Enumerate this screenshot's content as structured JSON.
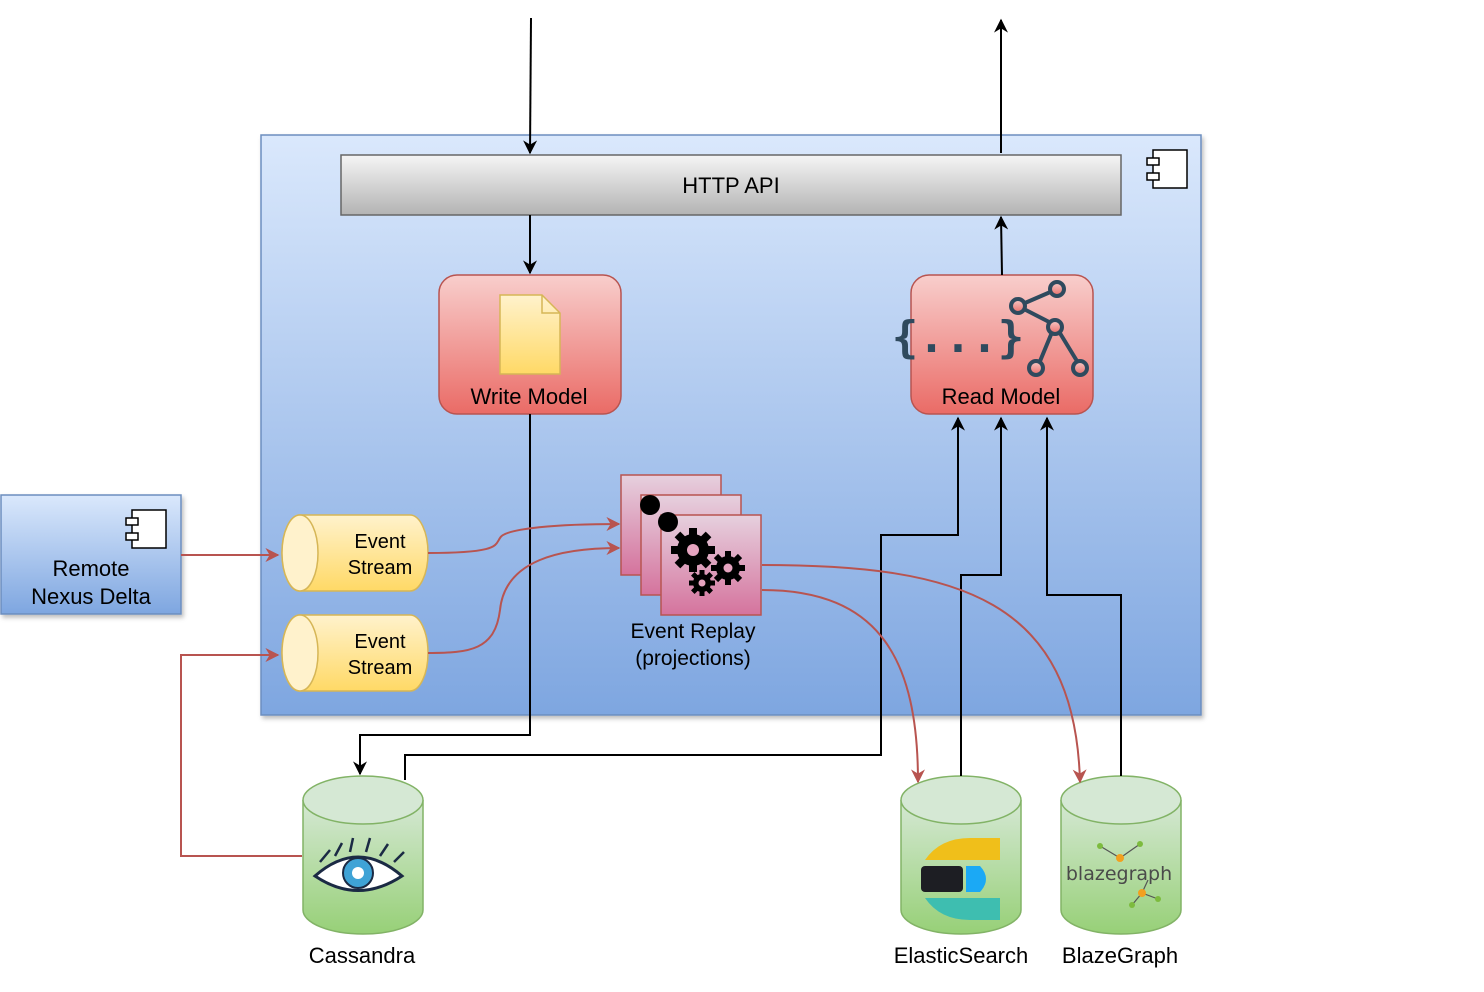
{
  "nodes": {
    "http_api": {
      "label": "HTTP API"
    },
    "write_model": {
      "label": "Write Model"
    },
    "read_model": {
      "label": "Read Model",
      "icon_text": "{...}"
    },
    "event_stream_1": {
      "line1": "Event",
      "line2": "Stream"
    },
    "event_stream_2": {
      "line1": "Event",
      "line2": "Stream"
    },
    "event_replay": {
      "line1": "Event Replay",
      "line2": "(projections)"
    },
    "remote": {
      "line1": "Remote",
      "line2": "Nexus Delta"
    },
    "cassandra": {
      "label": "Cassandra"
    },
    "elasticsearch": {
      "label": "ElasticSearch"
    },
    "blazegraph": {
      "label": "BlazeGraph",
      "logo_text": "blazegraph"
    }
  },
  "colors": {
    "container_top": "#dae8fc",
    "container_bottom": "#7ea6e0",
    "container_stroke": "#6c8ebf",
    "red_fill_top": "#f8cecc",
    "red_fill_bottom": "#ea6b66",
    "red_stroke": "#b85450",
    "yellow_fill": "#fff2cc",
    "yellow_fill_dark": "#ffd966",
    "yellow_stroke": "#d6b656",
    "green_fill_top": "#d5e8d4",
    "green_fill_bottom": "#97d077",
    "green_stroke": "#82b366",
    "gray_top": "#f5f5f5",
    "gray_bottom": "#b3b3b3",
    "gray_stroke": "#666666",
    "edge_red": "#b85450"
  },
  "icons": [
    "component-icon",
    "document-icon",
    "graph-icon",
    "gears-icon",
    "cassandra-eye-icon",
    "elastic-logo-icon",
    "blazegraph-logo-icon"
  ]
}
